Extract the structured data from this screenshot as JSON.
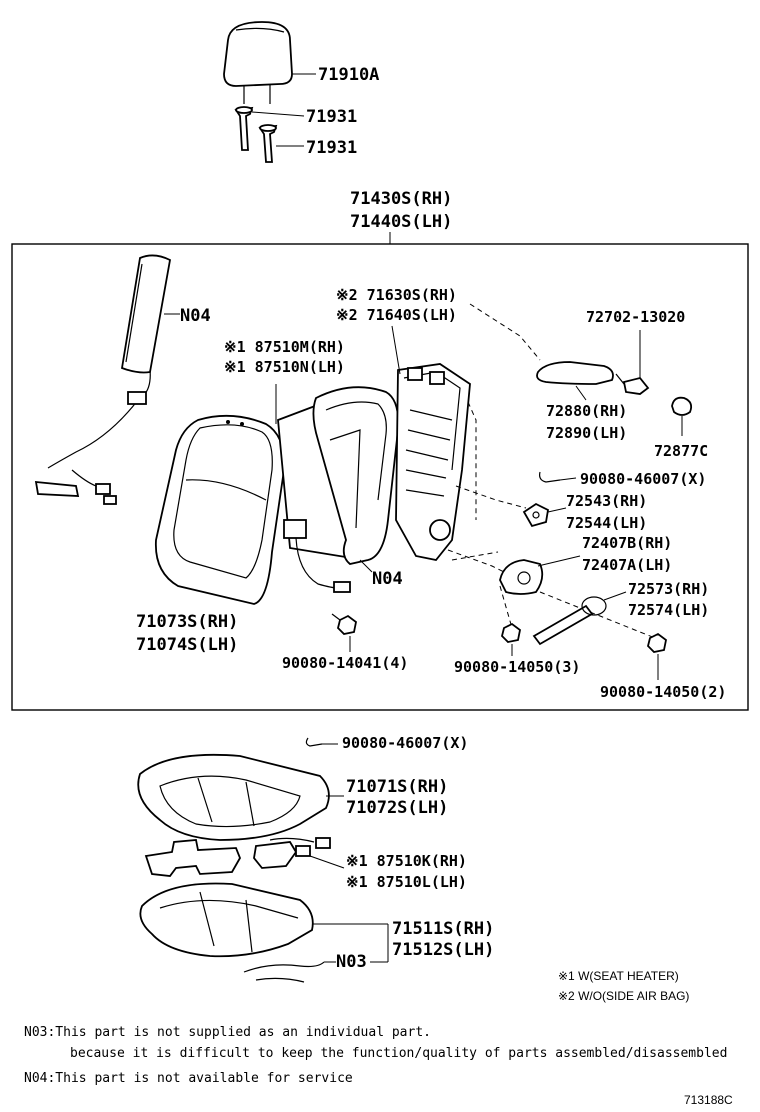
{
  "diagram_id": "713188C",
  "headrest": {
    "part": "71910A",
    "support_1": "71931",
    "support_2": "71931"
  },
  "seatback_assembly": {
    "label_rh": "71430S(RH)",
    "label_lh": "71440S(LH)",
    "airbag": "N04",
    "frame_rh": "※2 71630S(RH)",
    "frame_lh": "※2 71640S(LH)",
    "heater_rh": "※1 87510M(RH)",
    "heater_lh": "※1 87510N(LH)",
    "pad_n04": "N04",
    "cover_rh": "71073S(RH)",
    "cover_lh": "71074S(LH)",
    "bolt_1": "90080-14041(4)",
    "bolt_2": "90080-14050(3)",
    "bolt_3": "90080-14050(2)",
    "clip": "90080-46007(X)",
    "lever_screw": "72702-13020",
    "lever_rh": "72880(RH)",
    "lever_lh": "72890(LH)",
    "cap": "72877C",
    "hinge_rh": "72543(RH)",
    "hinge_lh": "72544(LH)",
    "recliner_rh": "72407B(RH)",
    "recliner_lh": "72407A(LH)",
    "cover_plate_rh": "72573(RH)",
    "cover_plate_lh": "72574(LH)"
  },
  "cushion_assembly": {
    "clip": "90080-46007(X)",
    "cover_rh": "71071S(RH)",
    "cover_lh": "71072S(LH)",
    "heater_rh": "※1 87510K(RH)",
    "heater_lh": "※1 87510L(LH)",
    "pad_rh": "71511S(RH)",
    "pad_lh": "71512S(LH)",
    "pad_n03": "N03"
  },
  "legend": {
    "note1": "※1 W(SEAT HEATER)",
    "note2": "※2 W/O(SIDE AIR BAG)"
  },
  "footnotes": {
    "n03_line1": "N03:This part is not supplied as an individual part.",
    "n03_line2": "because it is difficult to keep the function/quality of parts assembled/disassembled",
    "n04": "N04:This part is not available for service"
  }
}
